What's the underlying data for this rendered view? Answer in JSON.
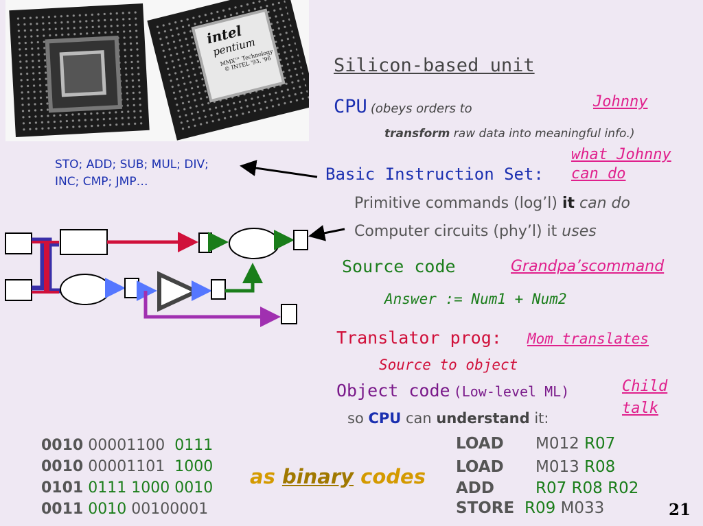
{
  "photo": {
    "logo_word": "intel",
    "brand": "pentium",
    "line1": "MMX™ Technology",
    "line2": "© INTEL '93, '96"
  },
  "left_instructions": {
    "line1": "STO; ADD; SUB; MUL; DIV;",
    "line2": "INC; CMP;  JMP…"
  },
  "title": "Silicon-based unit",
  "cpu": {
    "label": "CPU",
    "paren_open": "(obeys orders to",
    "word_transform": "transform",
    "rest": "raw data into meaningful info.)"
  },
  "johnny": "Johnny",
  "what_johnny": {
    "line1": "what Johnny",
    "line2": "can do"
  },
  "instruction_set": "Basic Instruction Set:",
  "primitive": {
    "text": "Primitive commands (log’l) ",
    "it": "it",
    "tail": " can do"
  },
  "circuits": {
    "text": "Computer circuits (phy’l) it ",
    "tail": "uses"
  },
  "source_code": "Source code",
  "grandpa": "Grandpa’scommand",
  "answer": "Answer := Num1 + Num2",
  "translator": "Translator prog:",
  "mom": "Mom translates",
  "source_to_object": "Source to object",
  "object_code": {
    "label": "Object code",
    "paren": "(Low-level ML)"
  },
  "child_talk": {
    "line1": "Child",
    "line2": "talk"
  },
  "so_cpu": {
    "so": "so ",
    "cpu": "CPU",
    "can": " can ",
    "understand": "understand",
    "it": " it:"
  },
  "binary_rows": [
    {
      "a": "0010",
      "b": "00001100",
      "c": "0111"
    },
    {
      "a": "0010",
      "b": "00001101",
      "c": "1000"
    },
    {
      "a": "0101",
      "b": "0111 1000 0010",
      "c": ""
    },
    {
      "a": "0011",
      "b": "0010",
      "c": "00100001"
    }
  ],
  "as_binary": {
    "as": "as ",
    "binary": "binary",
    "codes": " codes"
  },
  "asm_rows": [
    {
      "op": "LOAD",
      "arg1": "M012",
      "arg2": "R07"
    },
    {
      "op": "LOAD",
      "arg1": "M013",
      "arg2": "R08"
    },
    {
      "op": "ADD",
      "arg1": "R07 R08 R02",
      "arg2": ""
    },
    {
      "op": "STORE",
      "arg1": "R09",
      "arg2": "M033"
    }
  ],
  "page_number": "21",
  "colors": {
    "background": "#efe8f3",
    "blue": "#1a2fb0",
    "green": "#1a7d1a",
    "pink": "#e0208c",
    "red": "#d0103a",
    "purple": "#7a1a8a",
    "gold": "#d49a00"
  }
}
